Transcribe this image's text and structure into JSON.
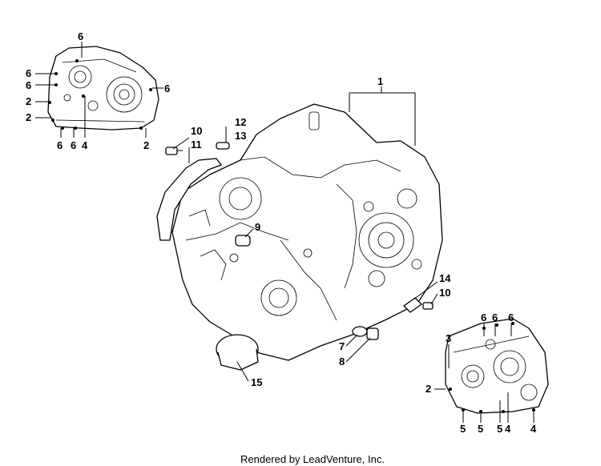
{
  "callouts": {
    "c1": "1",
    "c2a": "2",
    "c2b": "2",
    "c2c": "2",
    "c2d": "2",
    "c3": "3",
    "c4a": "4",
    "c4b": "4",
    "c4c": "4",
    "c5a": "5",
    "c5b": "5",
    "c5c": "5",
    "c6a": "6",
    "c6b": "6",
    "c6c": "6",
    "c6d": "6",
    "c6e": "6",
    "c6f": "6",
    "c6g": "6",
    "c6h": "6",
    "c6i": "6",
    "c7": "7",
    "c8": "8",
    "c9": "9",
    "c10a": "10",
    "c10b": "10",
    "c11": "11",
    "c12": "12",
    "c13": "13",
    "c14": "14",
    "c15": "15"
  },
  "footer": "Rendered by LeadVenture, Inc."
}
